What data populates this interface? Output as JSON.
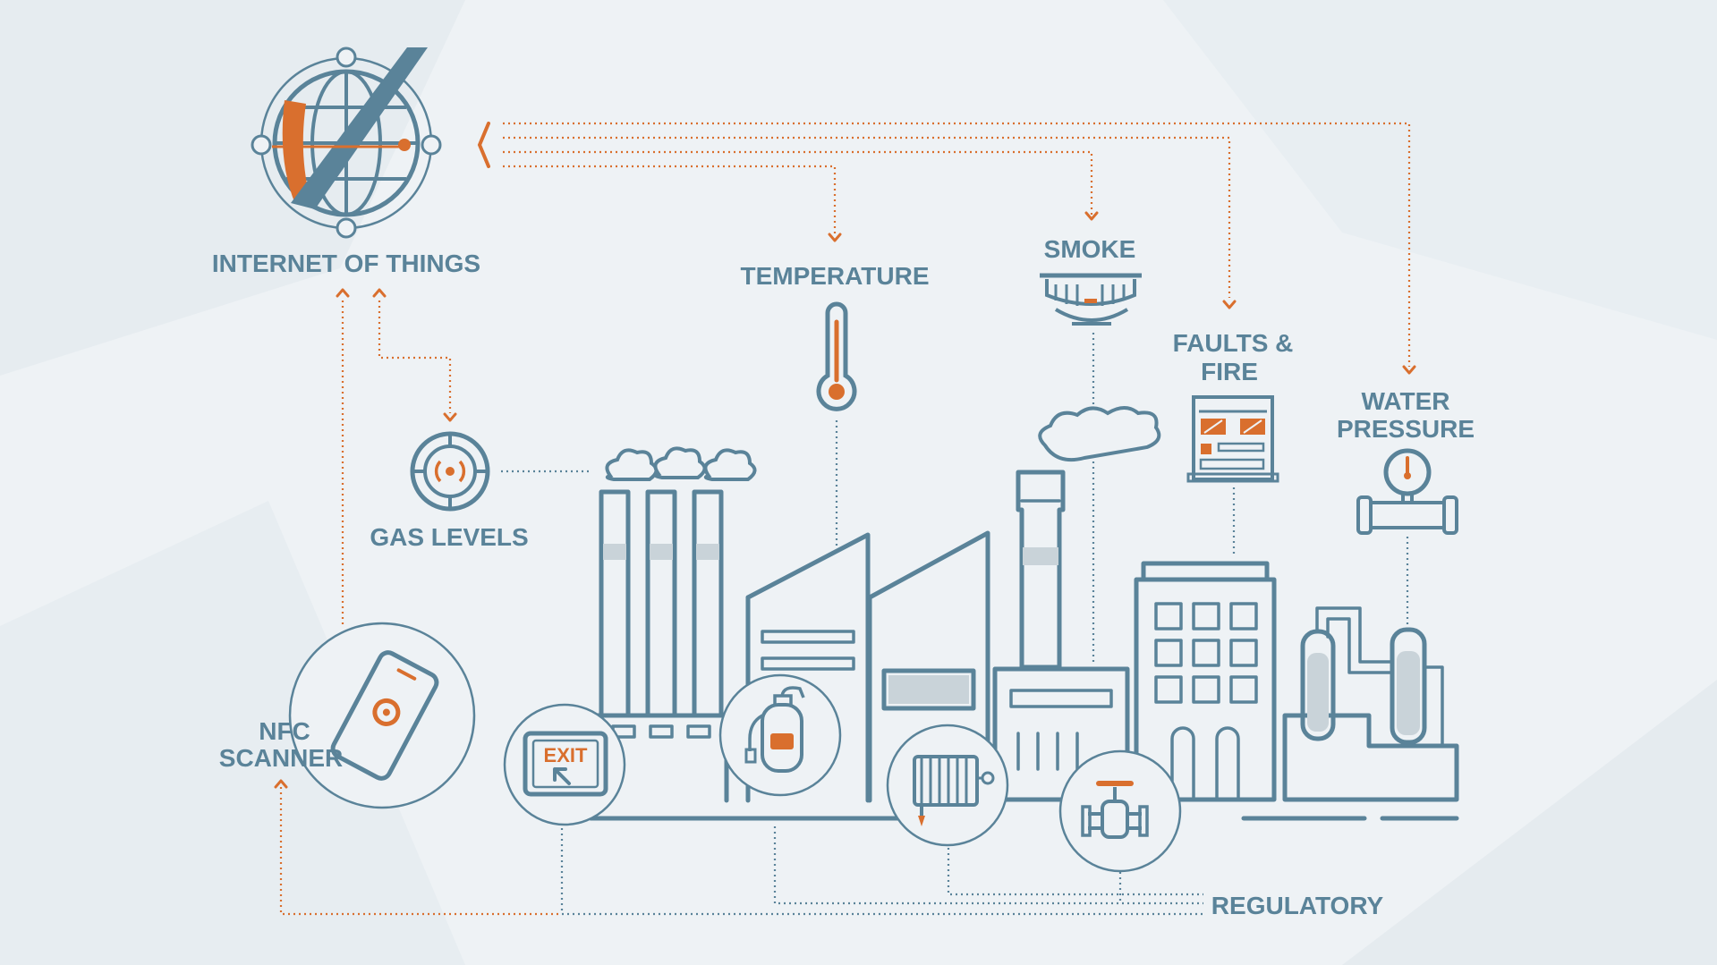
{
  "labels": {
    "iot": "INTERNET OF THINGS",
    "temperature": "TEMPERATURE",
    "smoke": "SMOKE",
    "faults_line1": "FAULTS &",
    "faults_line2": "FIRE",
    "water_line1": "WATER",
    "water_line2": "PRESSURE",
    "gas": "GAS LEVELS",
    "nfc_line1": "NFC",
    "nfc_line2": "SCANNER",
    "regulatory": "REGULATORY",
    "exit_sign": "EXIT"
  },
  "colors": {
    "primary": "#5a8399",
    "accent": "#d96f2e",
    "background": "#eef2f5"
  },
  "icons": [
    "globe-icon",
    "thermometer-icon",
    "smoke-detector-icon",
    "fire-panel-icon",
    "pressure-gauge-icon",
    "gas-sensor-icon",
    "phone-nfc-icon",
    "exit-sign-icon",
    "fire-extinguisher-icon",
    "hose-reel-icon",
    "valve-icon",
    "factory-icon"
  ]
}
